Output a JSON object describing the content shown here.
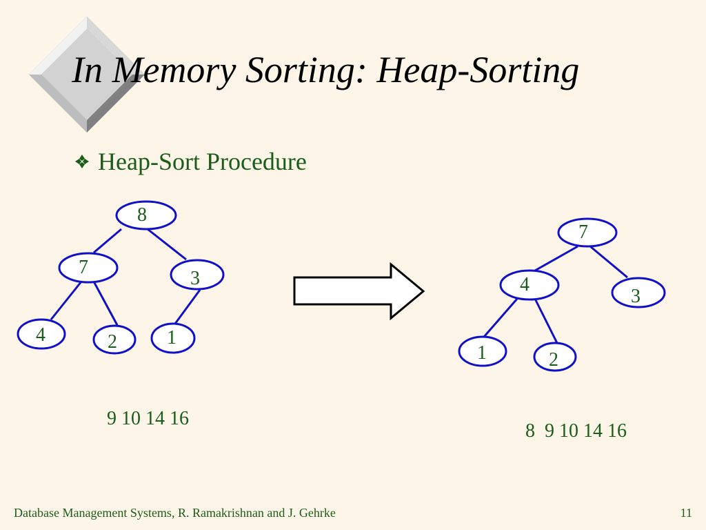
{
  "slide": {
    "title": "In Memory Sorting: Heap-Sorting",
    "bullet": {
      "text": "Heap-Sort Procedure",
      "icon": "diamond-bullet-icon"
    },
    "colors": {
      "background": "#fdf5e8",
      "text_green": "#1a5c1a",
      "node_stroke": "#1010c8",
      "node_fill": "#ffffff"
    },
    "left_heap": {
      "root": "8",
      "level1_left": "7",
      "level1_right": "3",
      "level2_ll": "4",
      "level2_lr": "2",
      "level2_rl": "1"
    },
    "right_heap": {
      "root": "7",
      "level1_left": "4",
      "level1_right": "3",
      "level2_ll": "1",
      "level2_lr": "2"
    },
    "left_sorted": "9 10 14 16",
    "right_sorted": "8  9 10 14 16",
    "footer": "Database Management Systems, R. Ramakrishnan and J. Gehrke",
    "page_number": "11"
  }
}
